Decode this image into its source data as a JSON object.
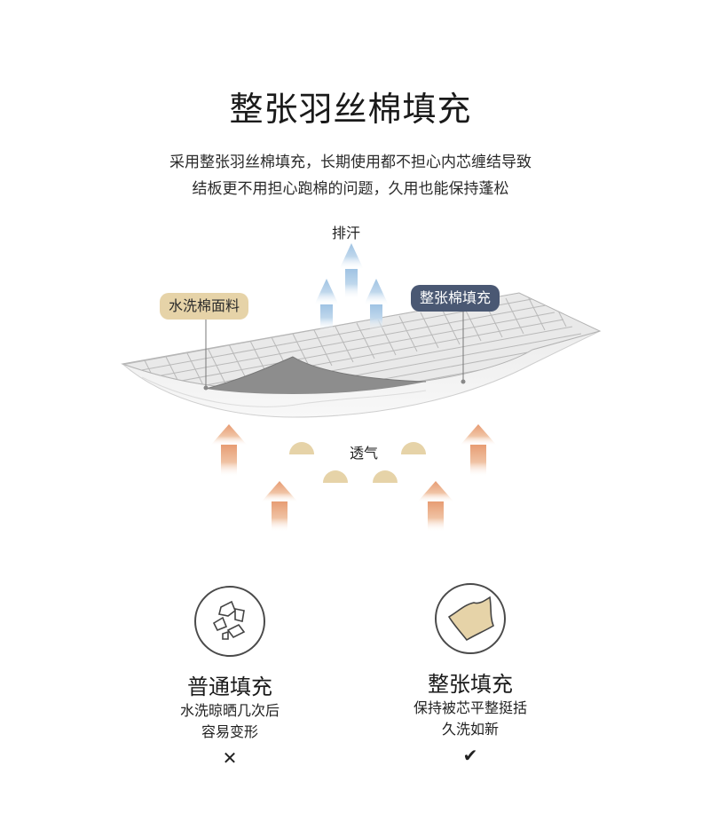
{
  "header": {
    "title": "整张羽丝棉填充",
    "desc_line1": "采用整张羽丝棉填充，长期使用都不担心内芯缠结导致",
    "desc_line2": "结板更不用担心跑棉的问题，久用也能保持蓬松"
  },
  "diagram": {
    "sweat_label": "排汗",
    "cotton_tag": "水洗棉面料",
    "fill_tag": "整张棉填充",
    "air_label": "透气",
    "colors": {
      "blue_arrow": "#a9cbe6",
      "orange_arrow": "#e8a07a",
      "bump": "#e6d3a8",
      "cotton_tag_bg": "#e6d3a8",
      "fill_tag_bg": "#4a5873",
      "grid": "#b7b7b7"
    }
  },
  "compare": {
    "left": {
      "icon": "fragments-icon",
      "title": "普通填充",
      "line1": "水洗晾晒几次后",
      "line2": "容易变形",
      "mark": "✕"
    },
    "right": {
      "icon": "flat-sheet-icon",
      "title": "整张填充",
      "line1": "保持被芯平整挺括",
      "line2": "久洗如新",
      "mark": "✔"
    }
  }
}
